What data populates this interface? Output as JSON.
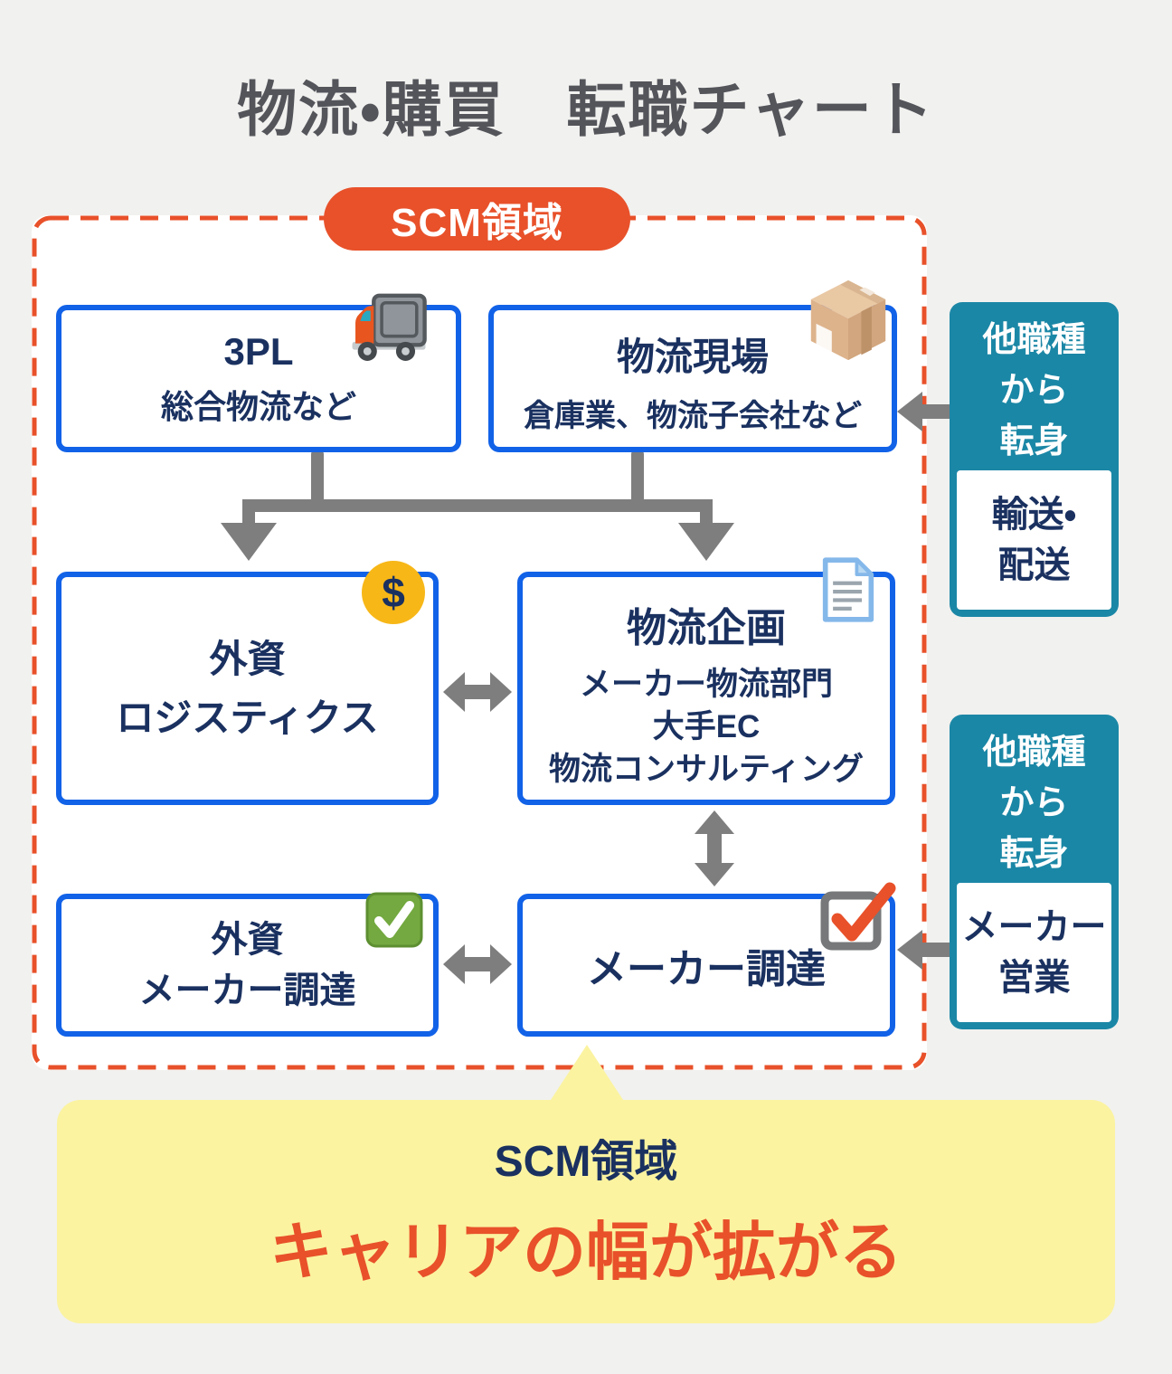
{
  "page": {
    "title": "物流・購買　転職チャート"
  },
  "scm": {
    "badge": "SCM領域"
  },
  "boxes": {
    "three_pl": {
      "title": "3PL",
      "subtitle": "総合物流など"
    },
    "logistics_genba": {
      "title": "物流現場",
      "subtitle": "倉庫業、物流子会社など"
    },
    "foreign_logistics": {
      "lines": [
        "外資",
        "ロジスティクス"
      ]
    },
    "logistics_planning": {
      "title": "物流企画",
      "details": [
        "メーカー物流部門",
        "大手EC",
        "物流コンサルティング"
      ]
    },
    "foreign_procurement": {
      "lines": [
        "外資",
        "メーカー調達"
      ]
    },
    "maker_procurement": {
      "title": "メーカー調達"
    }
  },
  "side_panels": {
    "top": {
      "header_lines": [
        "他職種",
        "から",
        "転身"
      ],
      "body_lines": [
        "輸送・",
        "配送"
      ]
    },
    "bottom": {
      "header_lines": [
        "他職種",
        "から",
        "転身"
      ],
      "body_lines": [
        "メーカー",
        "営業"
      ]
    }
  },
  "footer": {
    "heading": "SCM領域",
    "message": "キャリアの幅が拡がる"
  },
  "icons": {
    "dollar_symbol": "$"
  },
  "colors": {
    "accent_orange": "#E8512A",
    "box_blue": "#1262E8",
    "navy_text": "#1A3160",
    "teal_panel": "#1B87A6",
    "arrow_gray": "#7E7E7E",
    "footer_yellow": "#FBF3A0",
    "title_gray": "#54555B",
    "background": "#F1F1EF"
  }
}
